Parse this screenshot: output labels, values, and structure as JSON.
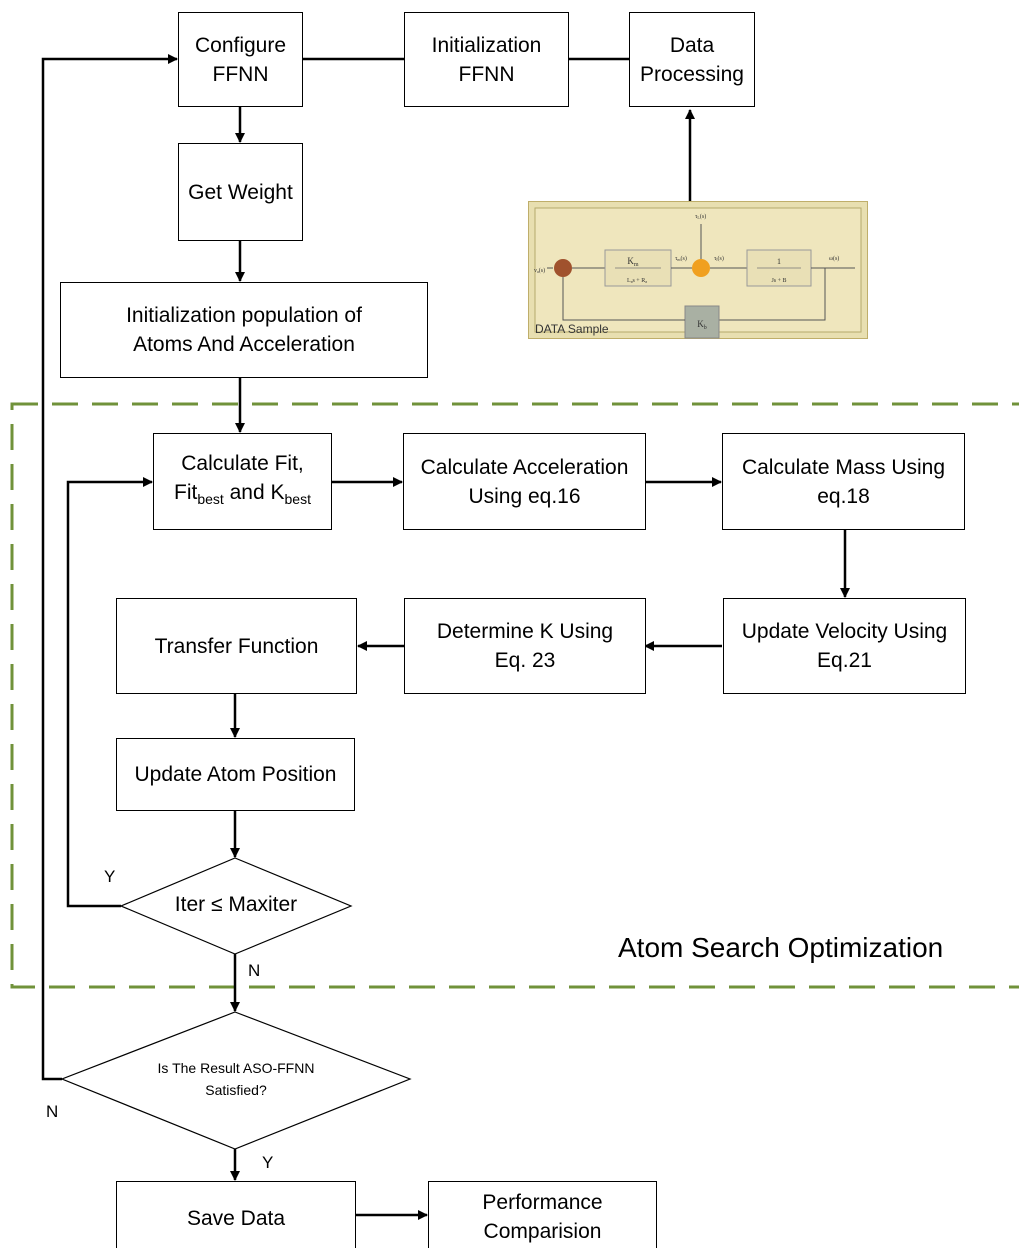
{
  "boxes": {
    "configure": [
      "Configure",
      "FFNN"
    ],
    "init_ffnn": [
      "Initialization",
      "FFNN"
    ],
    "data_processing": [
      "Data",
      "Processing"
    ],
    "get_weight": [
      "Get Weight"
    ],
    "init_pop": [
      "Initialization population of",
      "Atoms And Acceleration"
    ],
    "calc_fit_line1": "Calculate Fit,",
    "calc_fit_line2_a": "Fit",
    "calc_fit_line2_sub1": "best",
    "calc_fit_line2_b": " and K",
    "calc_fit_line2_sub2": "best",
    "calc_acc": [
      "Calculate Acceleration",
      "Using eq.16"
    ],
    "calc_mass": [
      "Calculate Mass Using",
      "eq.18"
    ],
    "update_vel": [
      "Update Velocity Using",
      "Eq.21"
    ],
    "determine_k": [
      "Determine K Using",
      "Eq. 23"
    ],
    "transfer": [
      "Transfer Function"
    ],
    "update_atom": [
      "Update Atom Position"
    ],
    "save_data": [
      "Save Data"
    ],
    "perf": [
      "Performance",
      "Comparision"
    ]
  },
  "diamonds": {
    "iter": "Iter ≤  Maxiter",
    "result": [
      "Is The Result ASO-FFNN",
      "Satisfied?"
    ]
  },
  "labels": {
    "y1": "Y",
    "n1": "N",
    "n2": "N",
    "y2": "Y"
  },
  "region_title": "Atom Search Optimization",
  "data_sample": {
    "caption": "DATA Sample",
    "k_m": "K",
    "k_m_sub": "m",
    "den1": "L",
    "den1_rest": "s + R",
    "one": "1",
    "den2": "Js + B",
    "k_b": "K",
    "k_b_sub": "b",
    "v_in": "v",
    "v_in_rest": "(s)",
    "t_d": "τ",
    "t_d_rest": "(s)",
    "t_m": "τ",
    "t_m_rest": "(s)",
    "t_l": "τ",
    "t_l_rest": "(s)",
    "w_out": "ω(s)"
  },
  "colors": {
    "line": "#000000",
    "region_border": "#70923a",
    "sample_bg": "#e8dfb0",
    "sum1": "#a0522d",
    "sum2": "#f0a020",
    "kb_block": "#a9b0a3"
  }
}
